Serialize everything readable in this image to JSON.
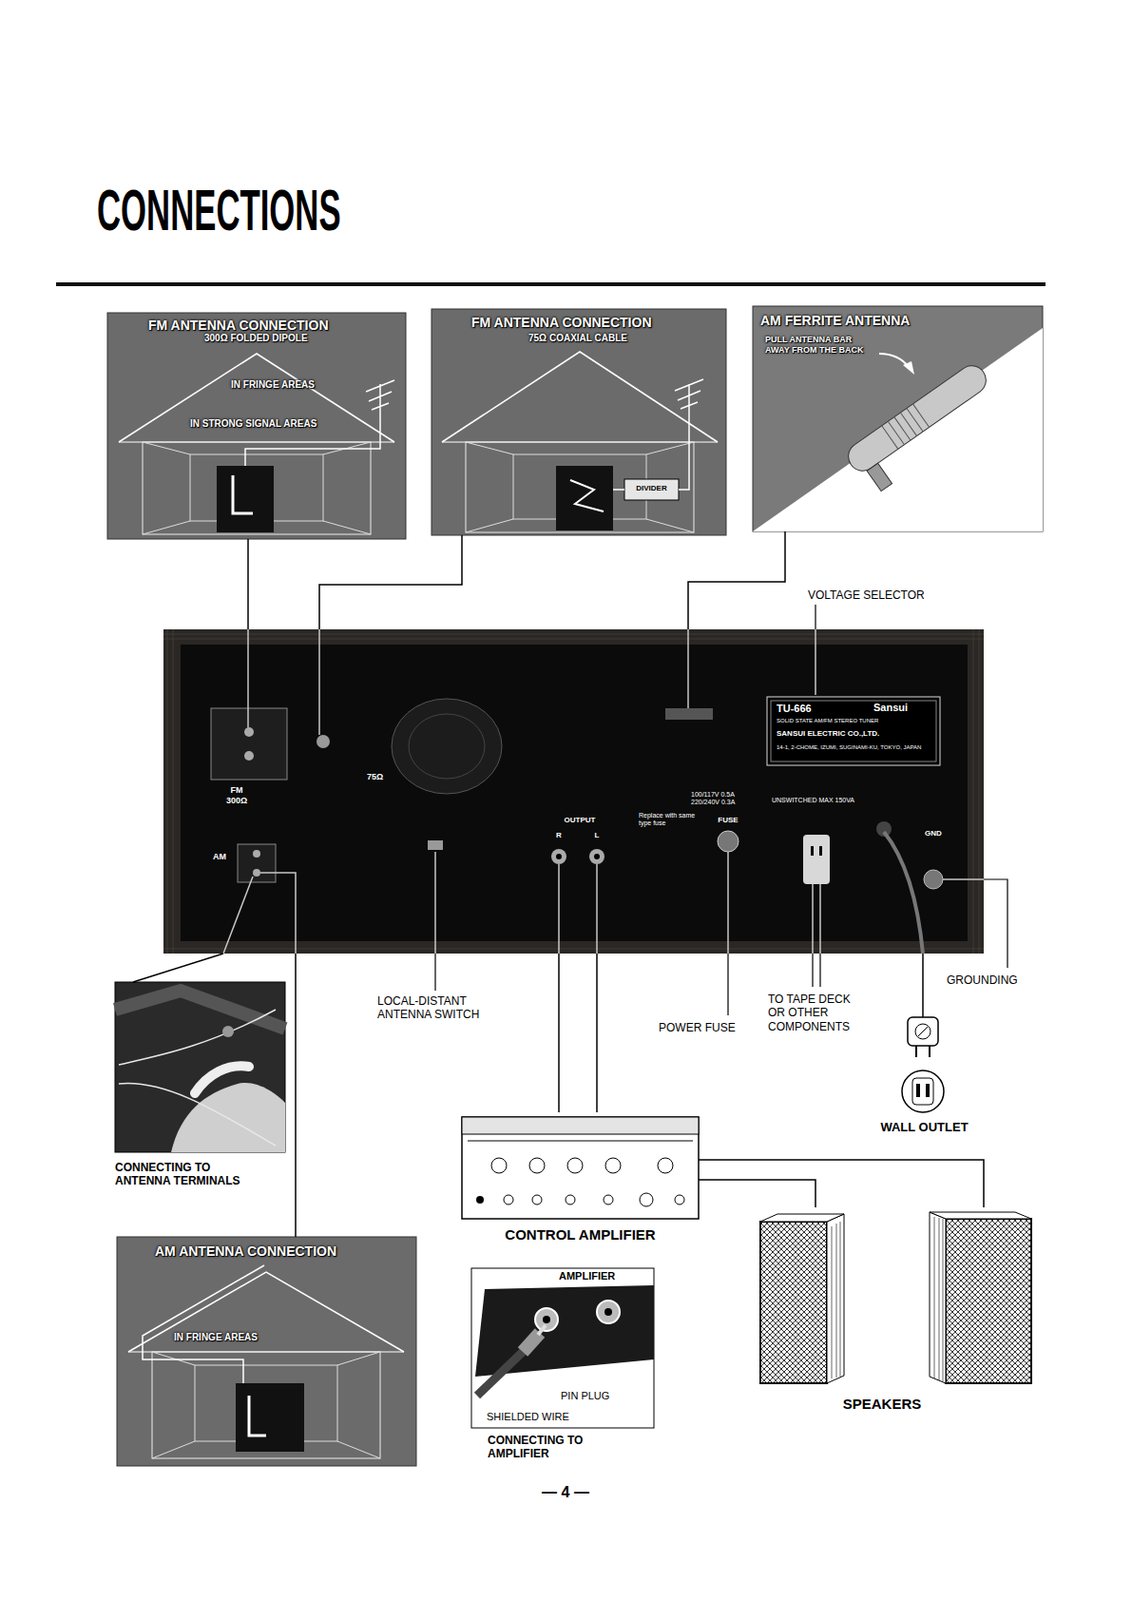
{
  "diagram": {
    "title": "CONNECTIONS",
    "nodes": [
      {
        "text": [
          "FM ANTENNA CONNECTION",
          "300Ω FOLDED DIPOLE",
          "IN FRINGE AREAS",
          "IN STRONG SIGNAL AREAS"
        ]
      },
      {
        "text": [
          "FM ANTENNA CONNECTION",
          "75Ω COAXIAL CABLE"
        ]
      },
      {
        "text": [
          "DIVIDER"
        ],
        "in": 1
      },
      {
        "text": [
          "AM FERRITE ANTENNA",
          "PULL ANTENNA BAR AWAY FROM THE BACK"
        ]
      },
      {
        "text": [
          "FM 300Ω",
          "AM",
          "75Ω",
          "OUTPUT",
          "R",
          "L",
          "Replace with same type fuse",
          "FUSE",
          "100/117V 0.5A 220/240V 0.3A",
          "UNSWITCHED MAX 150VA",
          "GND"
        ]
      },
      {
        "text": [
          "TU-666",
          "Sansui",
          "SOLID STATE AM/FM STEREO TUNER",
          "SANSUI ELECTRIC CO.,LTD.",
          "14-1, 2-CHOME, IZUMI, SUGINAMI-KU, TOKYO, JAPAN"
        ],
        "in": 4
      },
      {
        "text": [
          "CONNECTING TO ANTENNA TERMINALS"
        ]
      },
      {
        "text": [
          "AM ANTENNA CONNECTION",
          "IN FRINGE AREAS"
        ]
      },
      {
        "text": [
          "CONTROL AMPLIFIER"
        ]
      },
      {
        "text": [
          "AMPLIFIER",
          "PIN PLUG",
          "SHIELDED WIRE",
          "CONNECTING TO AMPLIFIER"
        ]
      },
      {
        "text": [
          "SPEAKERS"
        ]
      },
      {
        "text": [
          "WALL OUTLET"
        ]
      }
    ],
    "edges": [
      {
        "from": 0,
        "to": 4,
        "arrow": "none"
      },
      {
        "from": 1,
        "to": 4,
        "arrow": "none"
      },
      {
        "from": 3,
        "to": 4,
        "arrow": "none"
      },
      {
        "from": 6,
        "to": 4,
        "arrow": "none"
      },
      {
        "from": 7,
        "to": 4,
        "arrow": "none"
      },
      {
        "from": 4,
        "to": 8,
        "arrow": "none"
      },
      {
        "from": 4,
        "to": 8,
        "arrow": "none"
      },
      {
        "from": 8,
        "to": 10,
        "arrow": "none"
      },
      {
        "from": 8,
        "to": 10,
        "arrow": "none"
      },
      {
        "from": 4,
        "to": 11,
        "arrow": "none"
      }
    ],
    "labels": [
      "VOLTAGE SELECTOR",
      "LOCAL-DISTANT ANTENNA SWITCH",
      "POWER FUSE",
      "TO TAPE DECK OR OTHER COMPONENTS",
      "GROUNDING",
      "— 4 —"
    ]
  }
}
